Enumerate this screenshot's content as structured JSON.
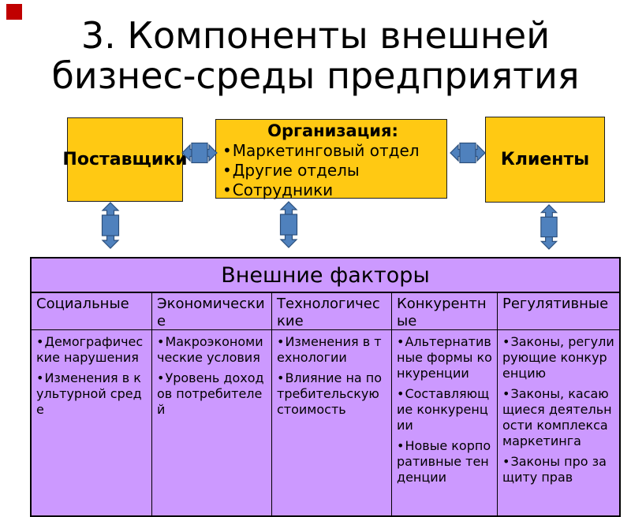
{
  "slide": {
    "title_lines": [
      "3. Компоненты внешней",
      "бизнес-среды предприятия"
    ]
  },
  "diagram": {
    "suppliers": {
      "label": "Поставщики"
    },
    "organization": {
      "title": "Организация:",
      "bullet": "•",
      "items": [
        "Маркетинговый отдел",
        "Другие отделы",
        "Сотрудники"
      ]
    },
    "clients": {
      "label": "Клиенты"
    }
  },
  "table": {
    "title": "Внешние факторы",
    "bullet": "•",
    "columns": [
      {
        "header": "Социальные",
        "items": [
          "Демографические нарушения",
          "Изменения в культурной среде"
        ]
      },
      {
        "header": "Экономические",
        "items": [
          "Макроэкономические условия",
          "Уровень доходов потребителей"
        ]
      },
      {
        "header": "Технологические",
        "items": [
          "Изменения в технологии",
          "Влияние на потребительскую стоимость"
        ]
      },
      {
        "header": "Конкурентные",
        "items": [
          "Альтернативные формы конкуренции",
          "Составляющие конкуренции",
          "Новые корпоративные тенденции"
        ]
      },
      {
        "header": "Регулятивные",
        "items": [
          "Законы, регулирующие конкуренцию",
          "Законы, касающиеся деятельности комплекса маркетинга",
          "Законы про защиту прав"
        ]
      }
    ]
  },
  "colors": {
    "background": "#FFFFFF",
    "text": "#000000",
    "red_accent": "#C00000",
    "box_fill": "#FFC913",
    "box_border": "#1F1F1F",
    "arrow_fill": "#4F81BD",
    "arrow_stroke": "#2C4F7C",
    "table_fill": "#CC99FF",
    "table_border": "#000000"
  }
}
